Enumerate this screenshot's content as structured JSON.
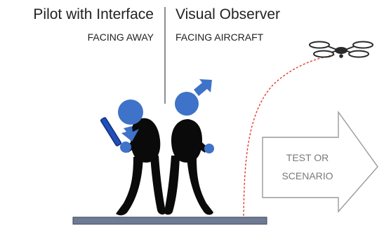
{
  "pilot": {
    "title": "Pilot with Interface",
    "subtitle": "FACING AWAY"
  },
  "observer": {
    "title": "Visual Observer",
    "subtitle": "FACING AIRCRAFT"
  },
  "scenario_arrow": {
    "line1": "TEST OR",
    "line2": "SCENARIO"
  },
  "colors": {
    "head_blue": "#3f72c9",
    "silhouette": "#0a0a0a",
    "ground": "#6f7b94",
    "flight_path": "#e0301e",
    "divider": "#444444",
    "arrow_outline": "#9a9a9a"
  },
  "icons": {
    "aircraft": "quadcopter-drone-icon",
    "tablet": "tablet-icon"
  }
}
